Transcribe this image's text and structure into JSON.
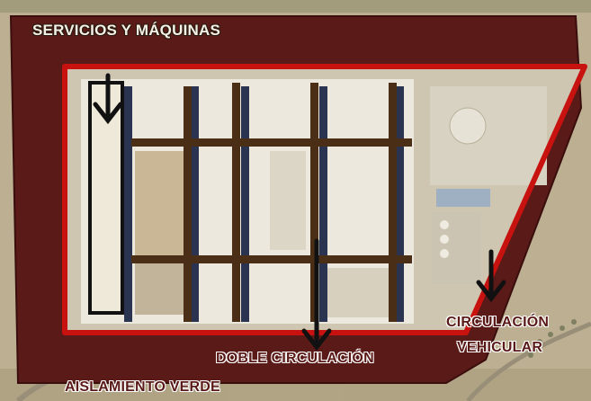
{
  "labels": {
    "services": "SERVICIOS Y MÁQUINAS",
    "double_circulation": "DOBLE CIRCULACIÓN",
    "vehicular_line1": "CIRCULACIÓN",
    "vehicular_line2": "VEHICULAR",
    "green_buffer": "AISLAMIENTO VERDE"
  },
  "colors": {
    "green_buffer_zone": "#5a1a18",
    "perimeter_line": "#c8120f",
    "building_roof": "#e9e4d8",
    "circulation_bars": "#4a2e16",
    "facade_strips": "#2a3350",
    "arrows": "#111111"
  },
  "icons": [
    "arrow-down-icon"
  ]
}
